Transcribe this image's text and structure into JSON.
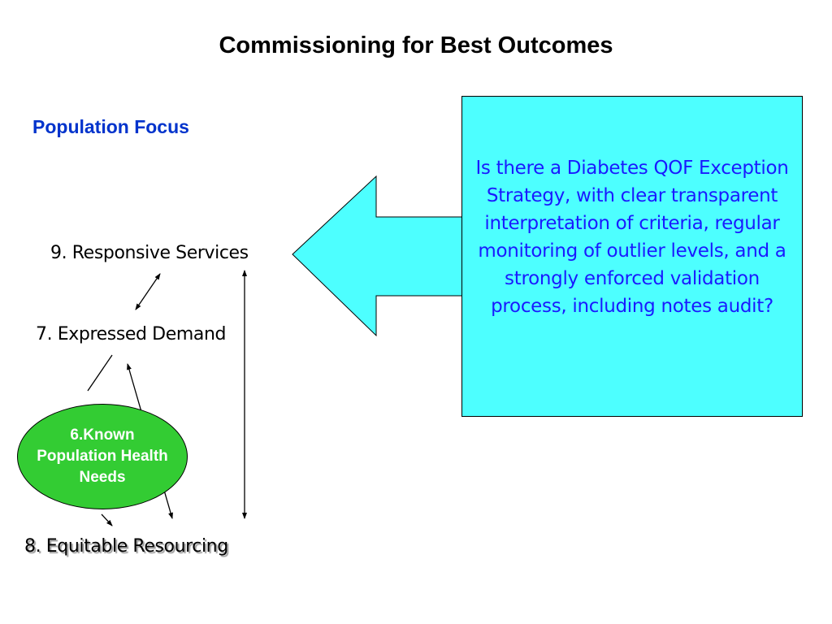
{
  "title": "Commissioning for Best Outcomes",
  "subtitle": "Population Focus",
  "nodes": {
    "responsive_services": "9. Responsive Services",
    "expressed_demand": "7. Expressed Demand",
    "known_needs": "6.Known Population Health Needs",
    "equitable_resourcing": "8. Equitable Resourcing"
  },
  "callout": {
    "text": "Is there a Diabetes QOF Exception Strategy, with clear transparent interpretation of criteria, regular monitoring of outlier levels, and a strongly enforced validation process, including notes audit?"
  },
  "colors": {
    "subtitle": "#0033cc",
    "ellipse_fill": "#33cc33",
    "callout_fill": "#4dffff",
    "callout_text": "#1a1aff"
  }
}
